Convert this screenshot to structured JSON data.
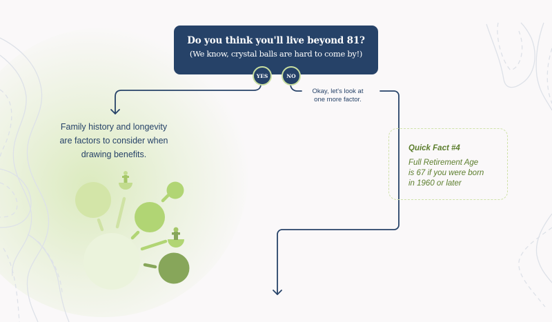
{
  "question": {
    "title": "Do you think you'll live beyond 81?",
    "subtitle": "(We know, crystal balls are hard to come by!)",
    "yes_label": "YES",
    "no_label": "NO"
  },
  "no_branch": {
    "note_line1": "Okay, let's look at",
    "note_line2": "one more factor."
  },
  "yes_branch": {
    "line1": "Family history and longevity",
    "line2": "are factors to consider when",
    "line3": "drawing benefits."
  },
  "quick_fact": {
    "title": "Quick Fact #4",
    "line1": "Full Retirement Age",
    "line2": "is 67 if you were born",
    "line3": "in 1960 or later"
  },
  "illustration": {
    "name": "family-tree-bubbles",
    "icons": [
      "person-on-pedestal-icon",
      "person-on-pedestal-icon"
    ]
  },
  "colors": {
    "navy": "#264268",
    "pill_ring": "#c8dea0",
    "fact_green": "#5b7d2c",
    "fact_border": "#cfe2a8",
    "background": "#faf8f9"
  }
}
